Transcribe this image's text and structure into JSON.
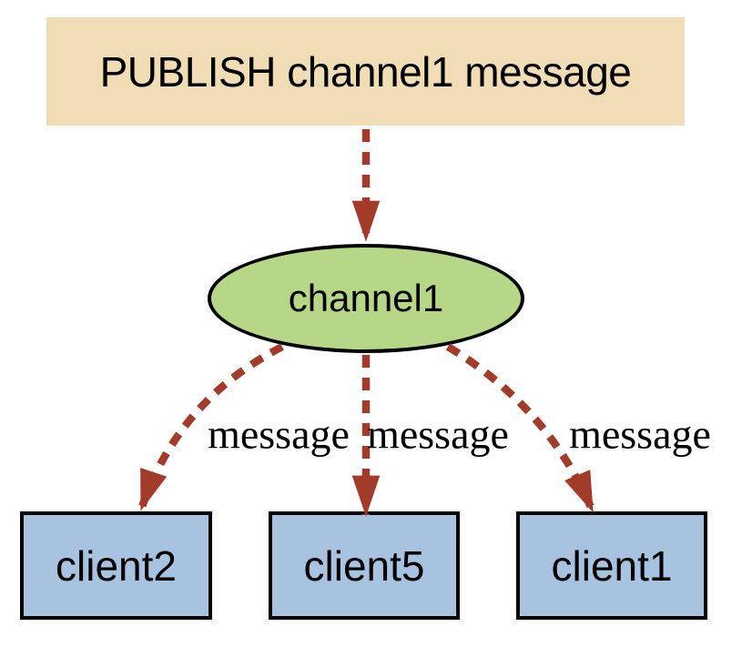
{
  "colors": {
    "background": "#FFFFFF",
    "publish_box_bg": "#F0DDB6",
    "channel_fill": "#B5D787",
    "client_bg": "#A8C3E0",
    "arrow": "#A33B2B",
    "border": "#000000",
    "text": "#000000"
  },
  "publish": {
    "label": "PUBLISH channel1 message"
  },
  "channel": {
    "label": "channel1"
  },
  "clients": [
    {
      "label": "client2"
    },
    {
      "label": "client5"
    },
    {
      "label": "client1"
    }
  ],
  "edges": {
    "messages": [
      {
        "label": "message"
      },
      {
        "label": "message"
      },
      {
        "label": "message"
      }
    ]
  }
}
